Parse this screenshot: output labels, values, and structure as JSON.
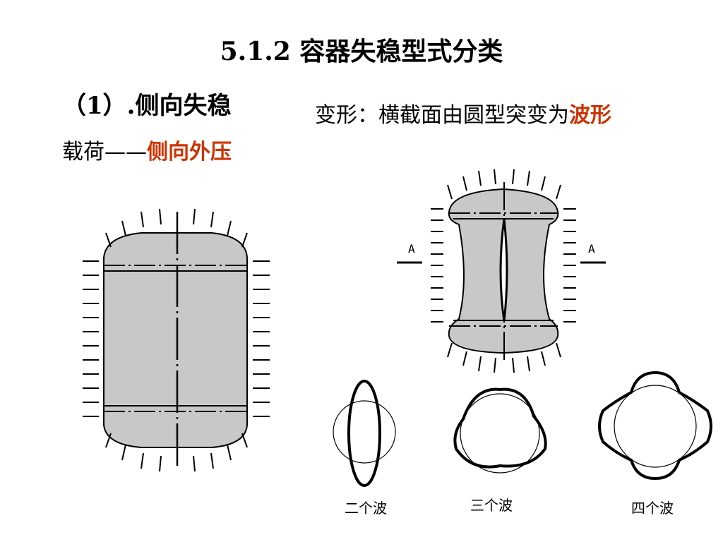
{
  "title": "5.1.2 容器失稳型式分类",
  "section": {
    "heading": "（1）.侧向失稳",
    "deformation_prefix": "变形：横截面由圆型突变为",
    "deformation_highlight": "波形",
    "load_prefix": "载荷——",
    "load_highlight": "侧向外压"
  },
  "section_label_A_left": "A",
  "section_label_A_right": "A",
  "wave_captions": [
    "二个波",
    "三个波",
    "四个波"
  ],
  "colors": {
    "highlight": "#cc3300",
    "vessel_fill": "#c8c8c8",
    "line": "#000000"
  }
}
